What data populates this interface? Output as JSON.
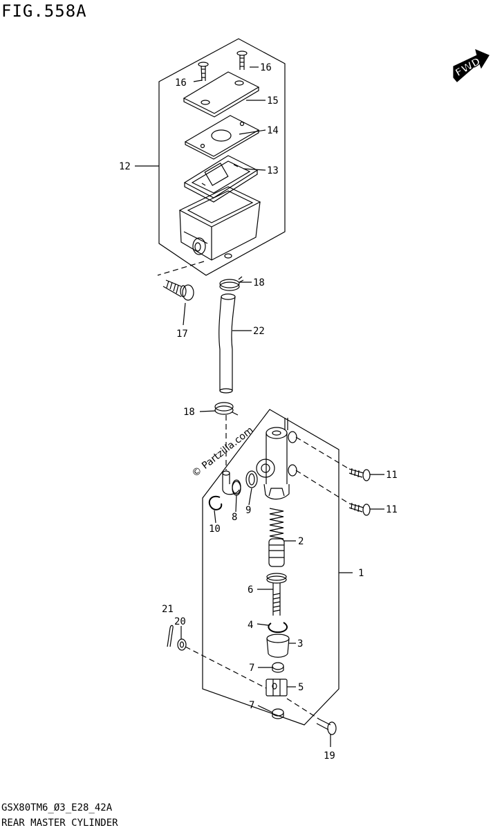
{
  "figure": {
    "title": "FIG.558A",
    "model_code": "GSX80TM6_Ø3_E28_42A",
    "part_group": "REAR MASTER CYLINDER",
    "direction_badge": "FWD",
    "watermark": "© Partzilla.com"
  },
  "callouts": [
    {
      "id": "c1",
      "number": "1"
    },
    {
      "id": "c2",
      "number": "2"
    },
    {
      "id": "c3",
      "number": "3"
    },
    {
      "id": "c4",
      "number": "4"
    },
    {
      "id": "c5",
      "number": "5"
    },
    {
      "id": "c6",
      "number": "6"
    },
    {
      "id": "c7a",
      "number": "7"
    },
    {
      "id": "c7b",
      "number": "7"
    },
    {
      "id": "c8",
      "number": "8"
    },
    {
      "id": "c9",
      "number": "9"
    },
    {
      "id": "c10",
      "number": "10"
    },
    {
      "id": "c11a",
      "number": "11"
    },
    {
      "id": "c11b",
      "number": "11"
    },
    {
      "id": "c12",
      "number": "12"
    },
    {
      "id": "c13",
      "number": "13"
    },
    {
      "id": "c14",
      "number": "14"
    },
    {
      "id": "c15",
      "number": "15"
    },
    {
      "id": "c16a",
      "number": "16"
    },
    {
      "id": "c16b",
      "number": "16"
    },
    {
      "id": "c17",
      "number": "17"
    },
    {
      "id": "c18a",
      "number": "18"
    },
    {
      "id": "c18b",
      "number": "18"
    },
    {
      "id": "c19",
      "number": "19"
    },
    {
      "id": "c20",
      "number": "20"
    },
    {
      "id": "c21",
      "number": "21"
    },
    {
      "id": "c22",
      "number": "22"
    }
  ]
}
